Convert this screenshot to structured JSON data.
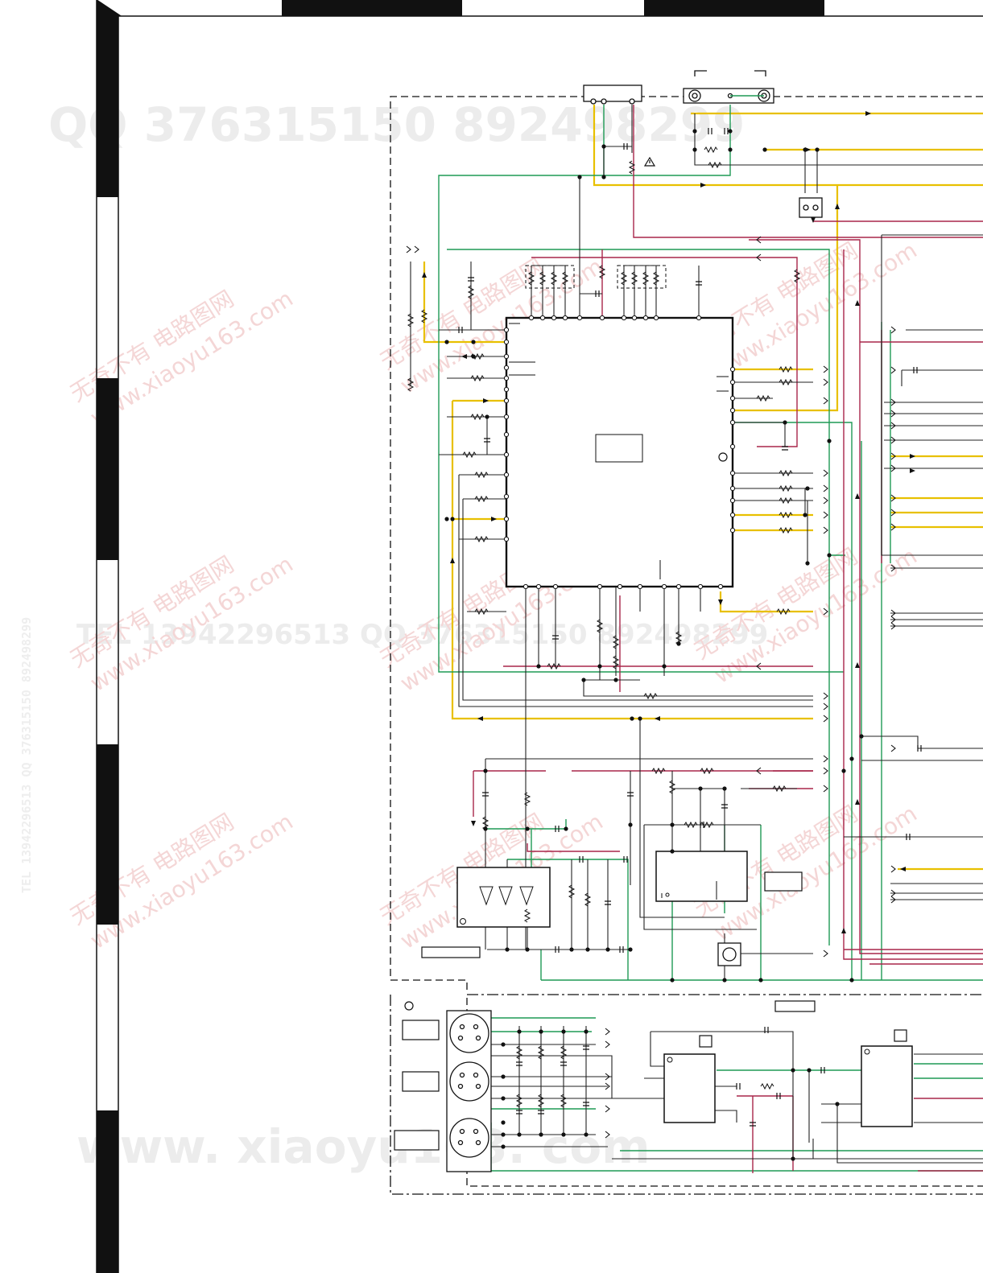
{
  "watermarks": {
    "top": "QQ 376315150   892498299",
    "middle": "TEL 13942296513   QQ 376315150   892498299",
    "bottom": "www. xiaoyu163. com",
    "stamp_cn": "无奇不有 电路图网",
    "stamp_url": "www.xiaoyu163.com",
    "side_left": "TEL 13942296513   QQ 376315150   892498299"
  },
  "colors": {
    "black": "#1a1a1a",
    "yellow": "#e8c000",
    "green": "#1f9a55",
    "red": "#a8264a",
    "frame": "#111111"
  }
}
